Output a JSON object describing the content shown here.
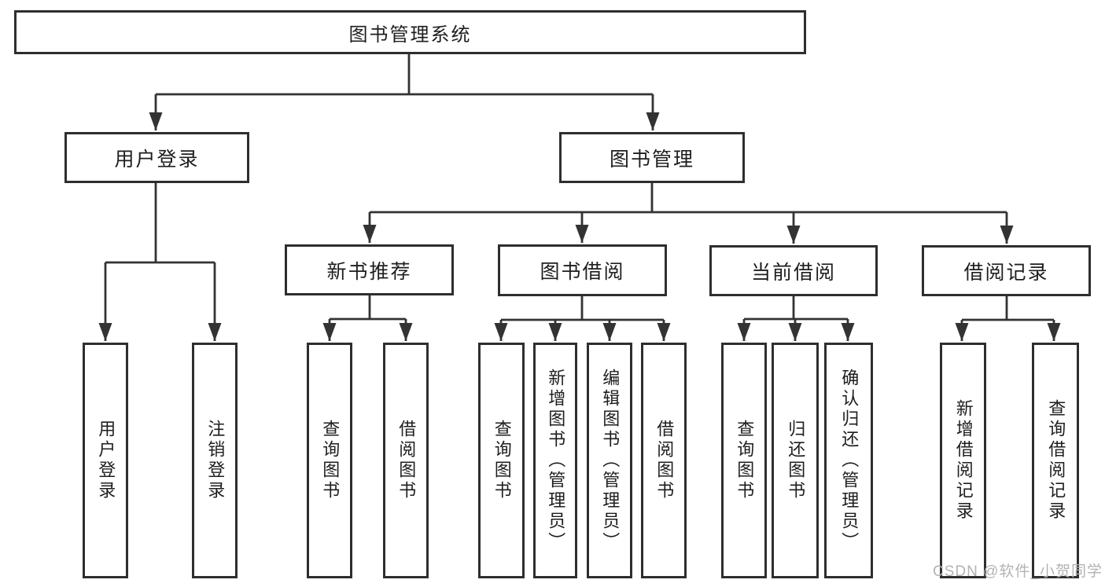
{
  "diagram": {
    "root": "图书管理系统",
    "login": {
      "label": "用户登录",
      "children": [
        "用户登录",
        "注销登录"
      ]
    },
    "management": {
      "label": "图书管理"
    },
    "sections": [
      {
        "label": "新书推荐",
        "children": [
          "查询图书",
          "借阅图书"
        ]
      },
      {
        "label": "图书借阅",
        "children": [
          "查询图书",
          "新增图书（管理员）",
          "编辑图书（管理员）",
          "借阅图书"
        ]
      },
      {
        "label": "当前借阅",
        "children": [
          "查询图书",
          "归还图书",
          "确认归还（管理员）"
        ]
      },
      {
        "label": "借阅记录",
        "children": [
          "新增借阅记录",
          "查询借阅记录"
        ]
      }
    ]
  },
  "watermark": "CSDN @软件_小贺同学",
  "colors": {
    "line": "#333333",
    "box_border": "#2e2e2e",
    "text": "#1e1e1e",
    "watermark": "#b3b3b3",
    "background": "#ffffff"
  }
}
